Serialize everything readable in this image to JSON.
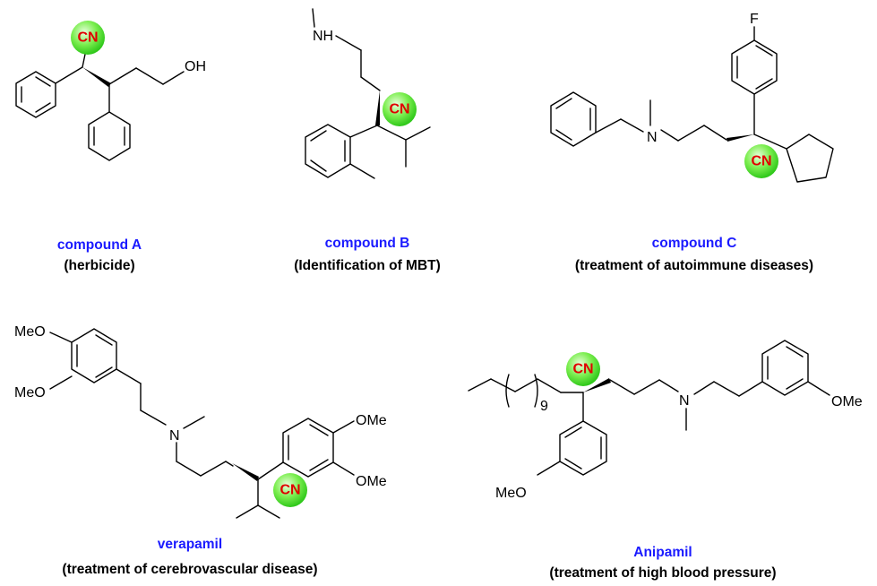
{
  "colors": {
    "name_text": "#1a1aff",
    "cn_text": "#e00000",
    "cn_highlight": "#44dd22"
  },
  "cn_label": "CN",
  "compounds": [
    {
      "name": "compound A",
      "description": "(herbicide)",
      "labels": {
        "oh": "OH"
      }
    },
    {
      "name": "compound B",
      "description": "(Identification of MBT)",
      "labels": {
        "nh": "NH"
      }
    },
    {
      "name": "compound C",
      "description": "(treatment of autoimmune diseases)",
      "labels": {
        "f": "F",
        "n": "N"
      }
    },
    {
      "name": "verapamil",
      "description": "(treatment of cerebrovascular disease)",
      "labels": {
        "meo1": "MeO",
        "meo2": "MeO",
        "ome1": "OMe",
        "ome2": "OMe",
        "n": "N"
      }
    },
    {
      "name": "Anipamil",
      "description": "(treatment of high blood pressure)",
      "labels": {
        "n": "N",
        "ome": "OMe",
        "meo": "MeO",
        "subscript": "9"
      }
    }
  ]
}
